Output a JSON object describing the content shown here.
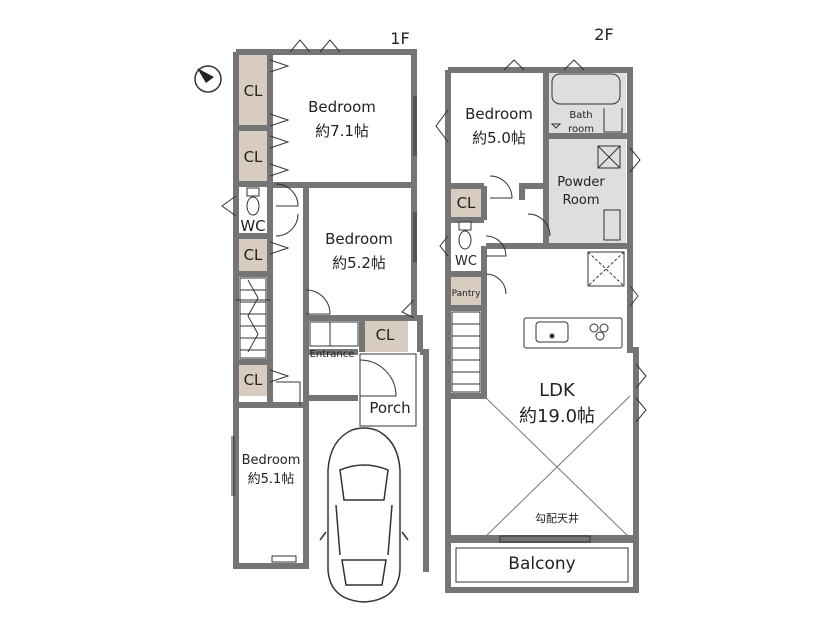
{
  "floors": {
    "first": "1F",
    "second": "2F"
  },
  "rooms_1f": {
    "cl_a": "CL",
    "cl_b": "CL",
    "cl_c": "CL",
    "cl_d": "CL",
    "cl_e": "CL",
    "wc": "WC",
    "bedroom_a": "Bedroom",
    "bedroom_a_size": "約7.1帖",
    "bedroom_b": "Bedroom",
    "bedroom_b_size": "約5.2帖",
    "bedroom_c": "Bedroom",
    "bedroom_c_size": "約5.1帖",
    "entrance": "Entrance",
    "porch": "Porch"
  },
  "rooms_2f": {
    "bedroom": "Bedroom",
    "bedroom_size": "約5.0帖",
    "bath_line1": "Bath",
    "bath_line2": "room",
    "powder_line1": "Powder",
    "powder_line2": "Room",
    "cl": "CL",
    "wc": "WC",
    "pantry": "Pantry",
    "ldk": "LDK",
    "ldk_size": "約19.0帖",
    "ceiling_note": "勾配天井",
    "balcony": "Balcony"
  },
  "colors": {
    "wall": "#757575",
    "closet_fill": "#d8cbbf",
    "wet_area_fill": "#dedede",
    "line": "#333333"
  },
  "icons": {
    "compass": "north-compass-icon",
    "car": "car-icon"
  }
}
